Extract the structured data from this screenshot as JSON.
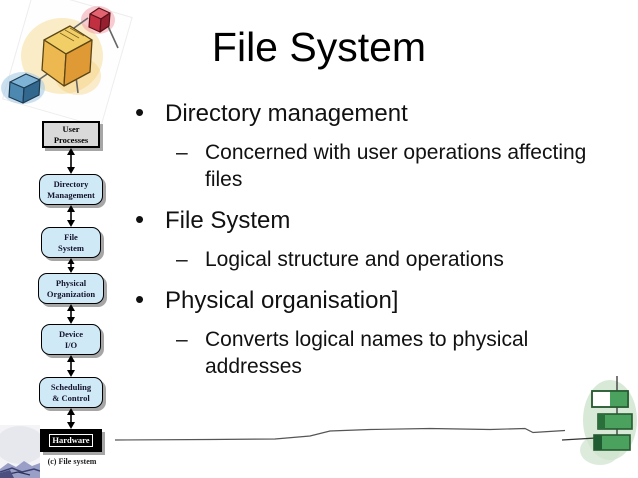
{
  "slide": {
    "title": "File System"
  },
  "bullets": {
    "items": [
      {
        "level": 1,
        "marker": "•",
        "text": "Directory management"
      },
      {
        "level": 2,
        "marker": "–",
        "text": "Concerned with user operations affecting files"
      },
      {
        "level": 1,
        "marker": "•",
        "text": "File System"
      },
      {
        "level": 2,
        "marker": "–",
        "text": "Logical structure and operations"
      },
      {
        "level": 1,
        "marker": "•",
        "text": "Physical organisation]"
      },
      {
        "level": 2,
        "marker": "–",
        "text": "Converts logical names to physical addresses"
      }
    ]
  },
  "diagram": {
    "layers": [
      {
        "label": "User\nProcesses"
      },
      {
        "label": "Directory\nManagement"
      },
      {
        "label": "File\nSystem"
      },
      {
        "label": "Physical\nOrganization"
      },
      {
        "label": "Device\nI/O"
      },
      {
        "label": "Scheduling\n& Control"
      },
      {
        "label": "Hardware"
      }
    ],
    "caption": "(c) File system"
  },
  "theme": {
    "layer_fill": "#cfe9f7",
    "layer_border": "#000000",
    "top_layer_fill": "#d9d9d9",
    "hardware_fill": "#000000",
    "hardware_text": "#ffffff",
    "shadow": "#a6a6a6",
    "clipart_green": "#4aa25e",
    "clipart_yellow": "#f2cf66",
    "clipart_red": "#c03040",
    "clipart_blue": "#4d88b0"
  }
}
